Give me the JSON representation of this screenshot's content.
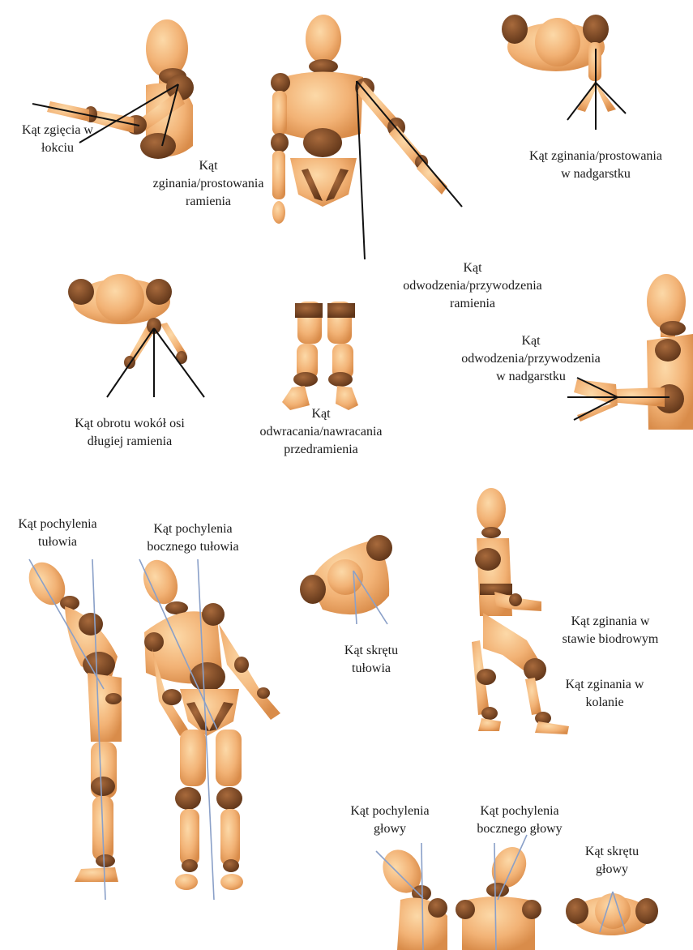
{
  "labels": {
    "elbow_flexion": "Kąt zgięcia w\nłokciu",
    "shoulder_flexion": "Kąt\nzginania/prostowania\nramienia",
    "wrist_flexion": "Kąt zginania/prostowania\nw nadgarstku",
    "shoulder_abduction": "Kąt\nodwodzenia/przywodzenia\nramienia",
    "wrist_abduction": "Kąt\nodwodzenia/przywodzenia\nw nadgarstku",
    "arm_rotation": "Kąt obrotu wokół osi\ndługiej ramienia",
    "forearm_pronation": "Kąt\nodwracania/nawracania\nprzedramienia",
    "trunk_tilt": "Kąt pochylenia\ntułowia",
    "trunk_lateral_tilt": "Kąt pochylenia\nbocznego tułowia",
    "trunk_twist": "Kąt skrętu\ntułowia",
    "hip_flexion": "Kąt zginania w\nstawie biodrowym",
    "knee_flexion": "Kąt zginania w\nkolanie",
    "head_tilt": "Kąt pochylenia\ngłowy",
    "head_lateral_tilt": "Kąt pochylenia\nbocznego głowy",
    "head_twist": "Kąt skrętu\ngłowy"
  },
  "colors": {
    "skin": "#f2b275",
    "skin_shade": "#d98c4a",
    "joint": "#7a4a28",
    "line": "#111111",
    "axis_line": "#8aa0c8"
  }
}
